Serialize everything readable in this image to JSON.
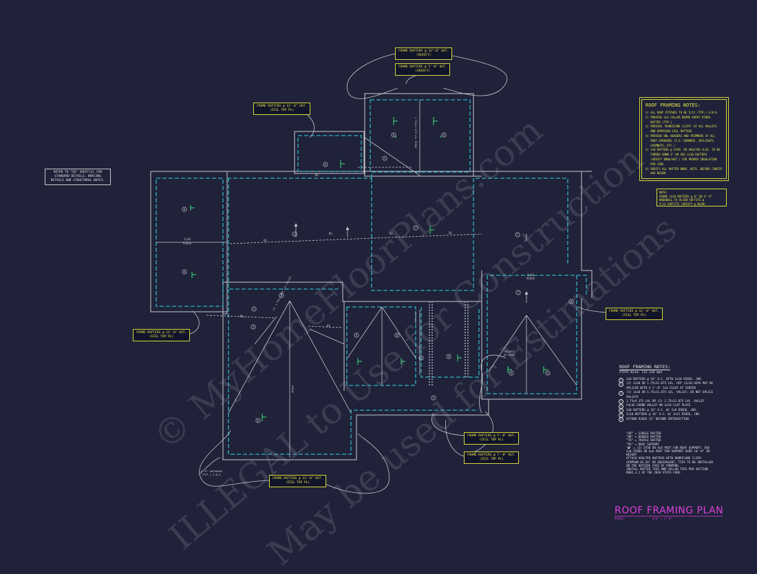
{
  "callouts": {
    "c_top1_line1": "FRAME RAFTERS @ 12\"-0\" HGT.",
    "c_top1_line2": "(VERIFY)",
    "c_top2": "FRAME RAFTERS @ 5'-0\" HGT.",
    "c_top2_line2": "(VERIFY)",
    "c_left_top_line1": "FRAME RAFTERS @ 12'-0\" HGT.",
    "c_left_top_line2": "(CEIL TOP PL)",
    "c_left_line1": "FRAME RAFTERS @ 12'-0\" HGT.",
    "c_left_line2": "(CEIL TOP PL)",
    "c_right_line1": "FRAME RAFTERS @ 12'-0\" HGT.",
    "c_right_line2": "(CEIL TOP PL)",
    "c_bottom_line1": "FRAME RAFTERS @ 12'-0\" HGT.",
    "c_bottom_line2": "(CEIL TOP PL)",
    "c_mid1_line1": "FRAME RAFTERS @ 5'-0\" HGT.",
    "c_mid1_line2": "(CEIL TOP PL)",
    "c_mid2_line1": "FRAME RAFTERS @ 7'-0\" HGT.",
    "c_mid2_line2": "(CEIL TOP PL)"
  },
  "sheet_ref": {
    "line1": "REFER TO \"SD\" SHEET(S) FOR",
    "line2": "STANDARD DETAILS, BRACING",
    "line3": "DETAILS AND STRUCTURAL NOTES."
  },
  "notes_box": {
    "title": "ROOF FRAMING NOTES:",
    "items": [
      "1) ALL ROOF PITCHES TO BE 5/12 (TYP.) U.N.O.",
      "2) PROVIDE 2x4 COLLAR BEAMS EVERY OTHER",
      "   RAFTER (TYP.)",
      "3) PROVIDE \"HURRICANE CLIPS\" AT ALL VALLEYS",
      "   AND OPPOSING CEIL RAFTERS",
      "4) PROVIDE DBL HEADERS AND TRIMMERS AT ALL",
      "   ROOF OPENINGS (I.E. DORMERS, SKYLIGHTS,",
      "   CHIMNEYS, ETC.)",
      "5) 2x8 RAFTERS @ CATH. OR VAULTED CLGS. TO BE",
      "   FURRED DOWN 2\" OR USE 2x10 RAFTERS",
      "   (VERIFY BRNG/HGT.) FOR PROPER INSULATION",
      "   PER CODE",
      "6) VERIFY ALL RAFTER BRNG. HGTS. BEFORE CONSTR.",
      "   HAS BEGUN"
    ],
    "note_title": "NOTE:",
    "note_lines": [
      "FRAME 2x10 RAFTERS @ 6\" ON 4'-6\"",
      "KNEEWALL TO ALIGN SOFFITS @",
      "5/12 SOFFITS (VERIFY @ BLOW)"
    ]
  },
  "legend": {
    "title": "ROOF FRAMING NOTES:",
    "subtitle": "STATE Wind: 115-120 mph",
    "items": [
      {
        "sym": "1",
        "text": "2x8 RAFTERS @ 16\" O.C. WITH 2x10 RIDGE, (NO."
      },
      {
        "sym": "2",
        "text": "(2) 2x10 OR 1.75x11.875 LVL. HIP (2x10 HIPS MAY BE"
      },
      {
        "sym": "",
        "text": "SPLICED WITH A 2'-0\" 2x4 CLEAT AT CENTER"
      },
      {
        "sym": "3",
        "text": "(3) 2x10 OR 1.75x11.875 LVL. VALLEY, DO NOT SPLICE"
      },
      {
        "sym": "",
        "text": "VALLEYS"
      },
      {
        "sym": "4",
        "text": "1.75x9.375 LVL OR (2) 1.75x11.875 LVL. VALLEY"
      },
      {
        "sym": "5",
        "text": "FALSE FRAME VALLEY ON 2x10 FLAT PLATE"
      },
      {
        "sym": "6",
        "text": "2x8 RAFTERS @ 16\" O.C. W/ 2x8 RIDGE, (NO."
      },
      {
        "sym": "7",
        "text": "2x10 RAFTERS @ 16\" O.C. W/ 2x12 RIDGE, (NO."
      },
      {
        "sym": "8",
        "text": "EXTEND RIDGE 12\" BEYOND INTERSECTION"
      }
    ],
    "abbrev": [
      "\"SR\" = SINGLE RAFTER",
      "\"DR\" = DOUBLE RAFTER",
      "\"TR\" = TRIPLE RAFTER",
      "\"RS\" = ROOF SUPPORT",
      "\"■\" = (3) STUD OR 4x4 POST FOR ROOF SUPPORT. USE",
      "2x6 STUDS OR 6x6 POST FOR SUPPORT OVER 10'-0\" IN",
      "HEIGHT",
      "ATTACH VAULTED RAFTERS WITH HURRICANE CLIPS:",
      "SIMPSON H2.5A\" OR EQUIVALENT, TIES TO BE INSTALLED",
      "ON THE OUTSIDE FACE OF FRAMING.",
      "INSTALL RAFTER TIES AND COLLAR TIES PER SECTION",
      "R802.3.1 OF THE 2018 STATE CODE."
    ]
  },
  "title_block": {
    "title": "ROOF FRAMING PLAN",
    "scale_label": "SCALE:",
    "scale_value": "1/4\" = 1'-0\""
  },
  "plan_labels": {
    "ridge_2x10": "2x10",
    "ridge_word": "RIDGE",
    "rs": "RS",
    "overhang_line1": "1'-6\" OVERHANG",
    "overhang_line2": "(TYP.) U.N.O.",
    "cricket_line1": "CRICKET",
    "cricket_line2": "AS REQD.",
    "lvl_valley": "(2) 1.75x11.875 LVL VALLEY",
    "lvl_ridge": "1.75x11.875 LVL RIDGE"
  },
  "watermark": {
    "line1": "© MyHomeFloorPlans.com",
    "line2": "ILLEGAL to Use for Construction",
    "line3": "May be used for Estimations"
  },
  "colors": {
    "background": "#1f2238",
    "walls": "#c9c9cf",
    "dashed": "#2fb3c6",
    "callout": "#d7d83c",
    "marks": "#3ee27a",
    "title": "#e040e0"
  }
}
